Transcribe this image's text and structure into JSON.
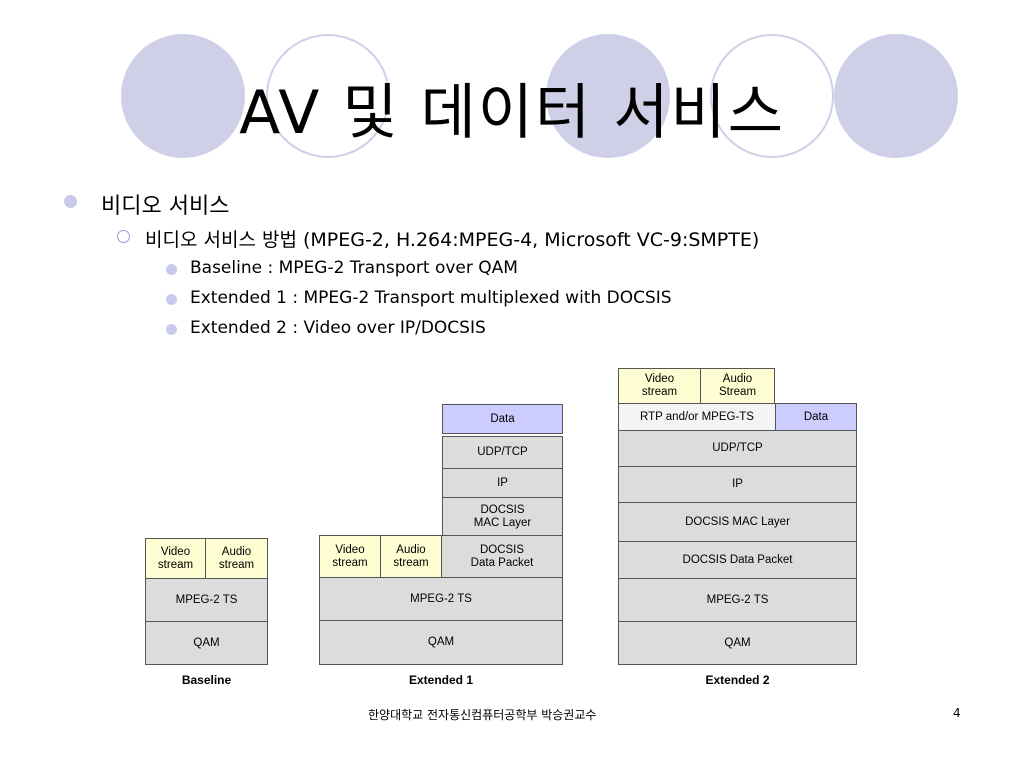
{
  "title": "AV 및 데이터 서비스",
  "bullets": {
    "l1": "비디오 서비스",
    "l2": "비디오 서비스 방법 (MPEG-2, H.264:MPEG-4, Microsoft VC-9:SMPTE)",
    "l3": [
      "Baseline : MPEG-2 Transport over QAM",
      "Extended 1 : MPEG-2 Transport multiplexed with DOCSIS",
      "Extended 2 : Video over IP/DOCSIS"
    ]
  },
  "diagram": {
    "baseline": {
      "caption": "Baseline",
      "video": "Video\nstream",
      "audio": "Audio\nstream",
      "mpeg": "MPEG-2 TS",
      "qam": "QAM"
    },
    "extended1": {
      "caption": "Extended 1",
      "data": "Data",
      "udp": "UDP/TCP",
      "ip": "IP",
      "mac": "DOCSIS\nMAC Layer",
      "video": "Video\nstream",
      "audio": "Audio\nstream",
      "packet": "DOCSIS\nData Packet",
      "mpeg": "MPEG-2 TS",
      "qam": "QAM"
    },
    "extended2": {
      "caption": "Extended 2",
      "video": "Video\nstream",
      "audio": "Audio\nStream",
      "rtp": "RTP and/or MPEG-TS",
      "data": "Data",
      "udp": "UDP/TCP",
      "ip": "IP",
      "mac": "DOCSIS MAC Layer",
      "packet": "DOCSIS Data Packet",
      "mpeg": "MPEG-2 TS",
      "qam": "QAM"
    }
  },
  "footer": {
    "text": "한양대학교 전자통신컴퓨터공학부 박승권교수",
    "page": "4"
  },
  "colors": {
    "accent": "#cfcfe8",
    "yellow_box": "#fffdd2",
    "blue_box": "#ccccff",
    "grey_box": "#dcdcdc"
  }
}
